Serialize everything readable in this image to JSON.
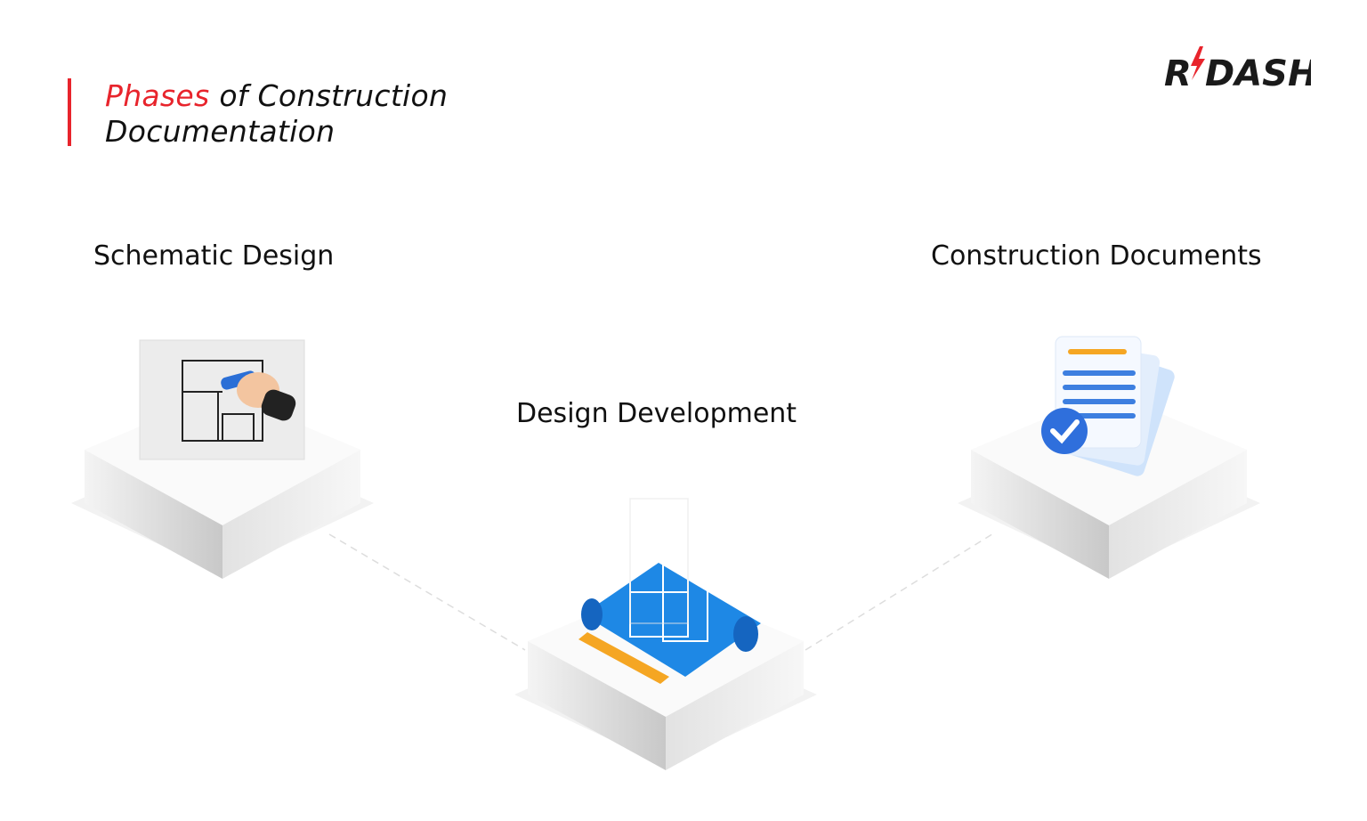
{
  "title": {
    "highlight": "Phases",
    "rest_line1": " of Construction",
    "line2": "Documentation"
  },
  "logo": {
    "text": "R DASH"
  },
  "phases": [
    {
      "label": "Schematic Design",
      "icon": "blueprint-hand-icon"
    },
    {
      "label": "Design Development",
      "icon": "building-blueprint-icon"
    },
    {
      "label": "Construction Documents",
      "icon": "documents-check-icon"
    }
  ],
  "colors": {
    "accent": "#e8242c",
    "text": "#111111",
    "blue": "#1e88e5",
    "ruler": "#f5a623"
  }
}
